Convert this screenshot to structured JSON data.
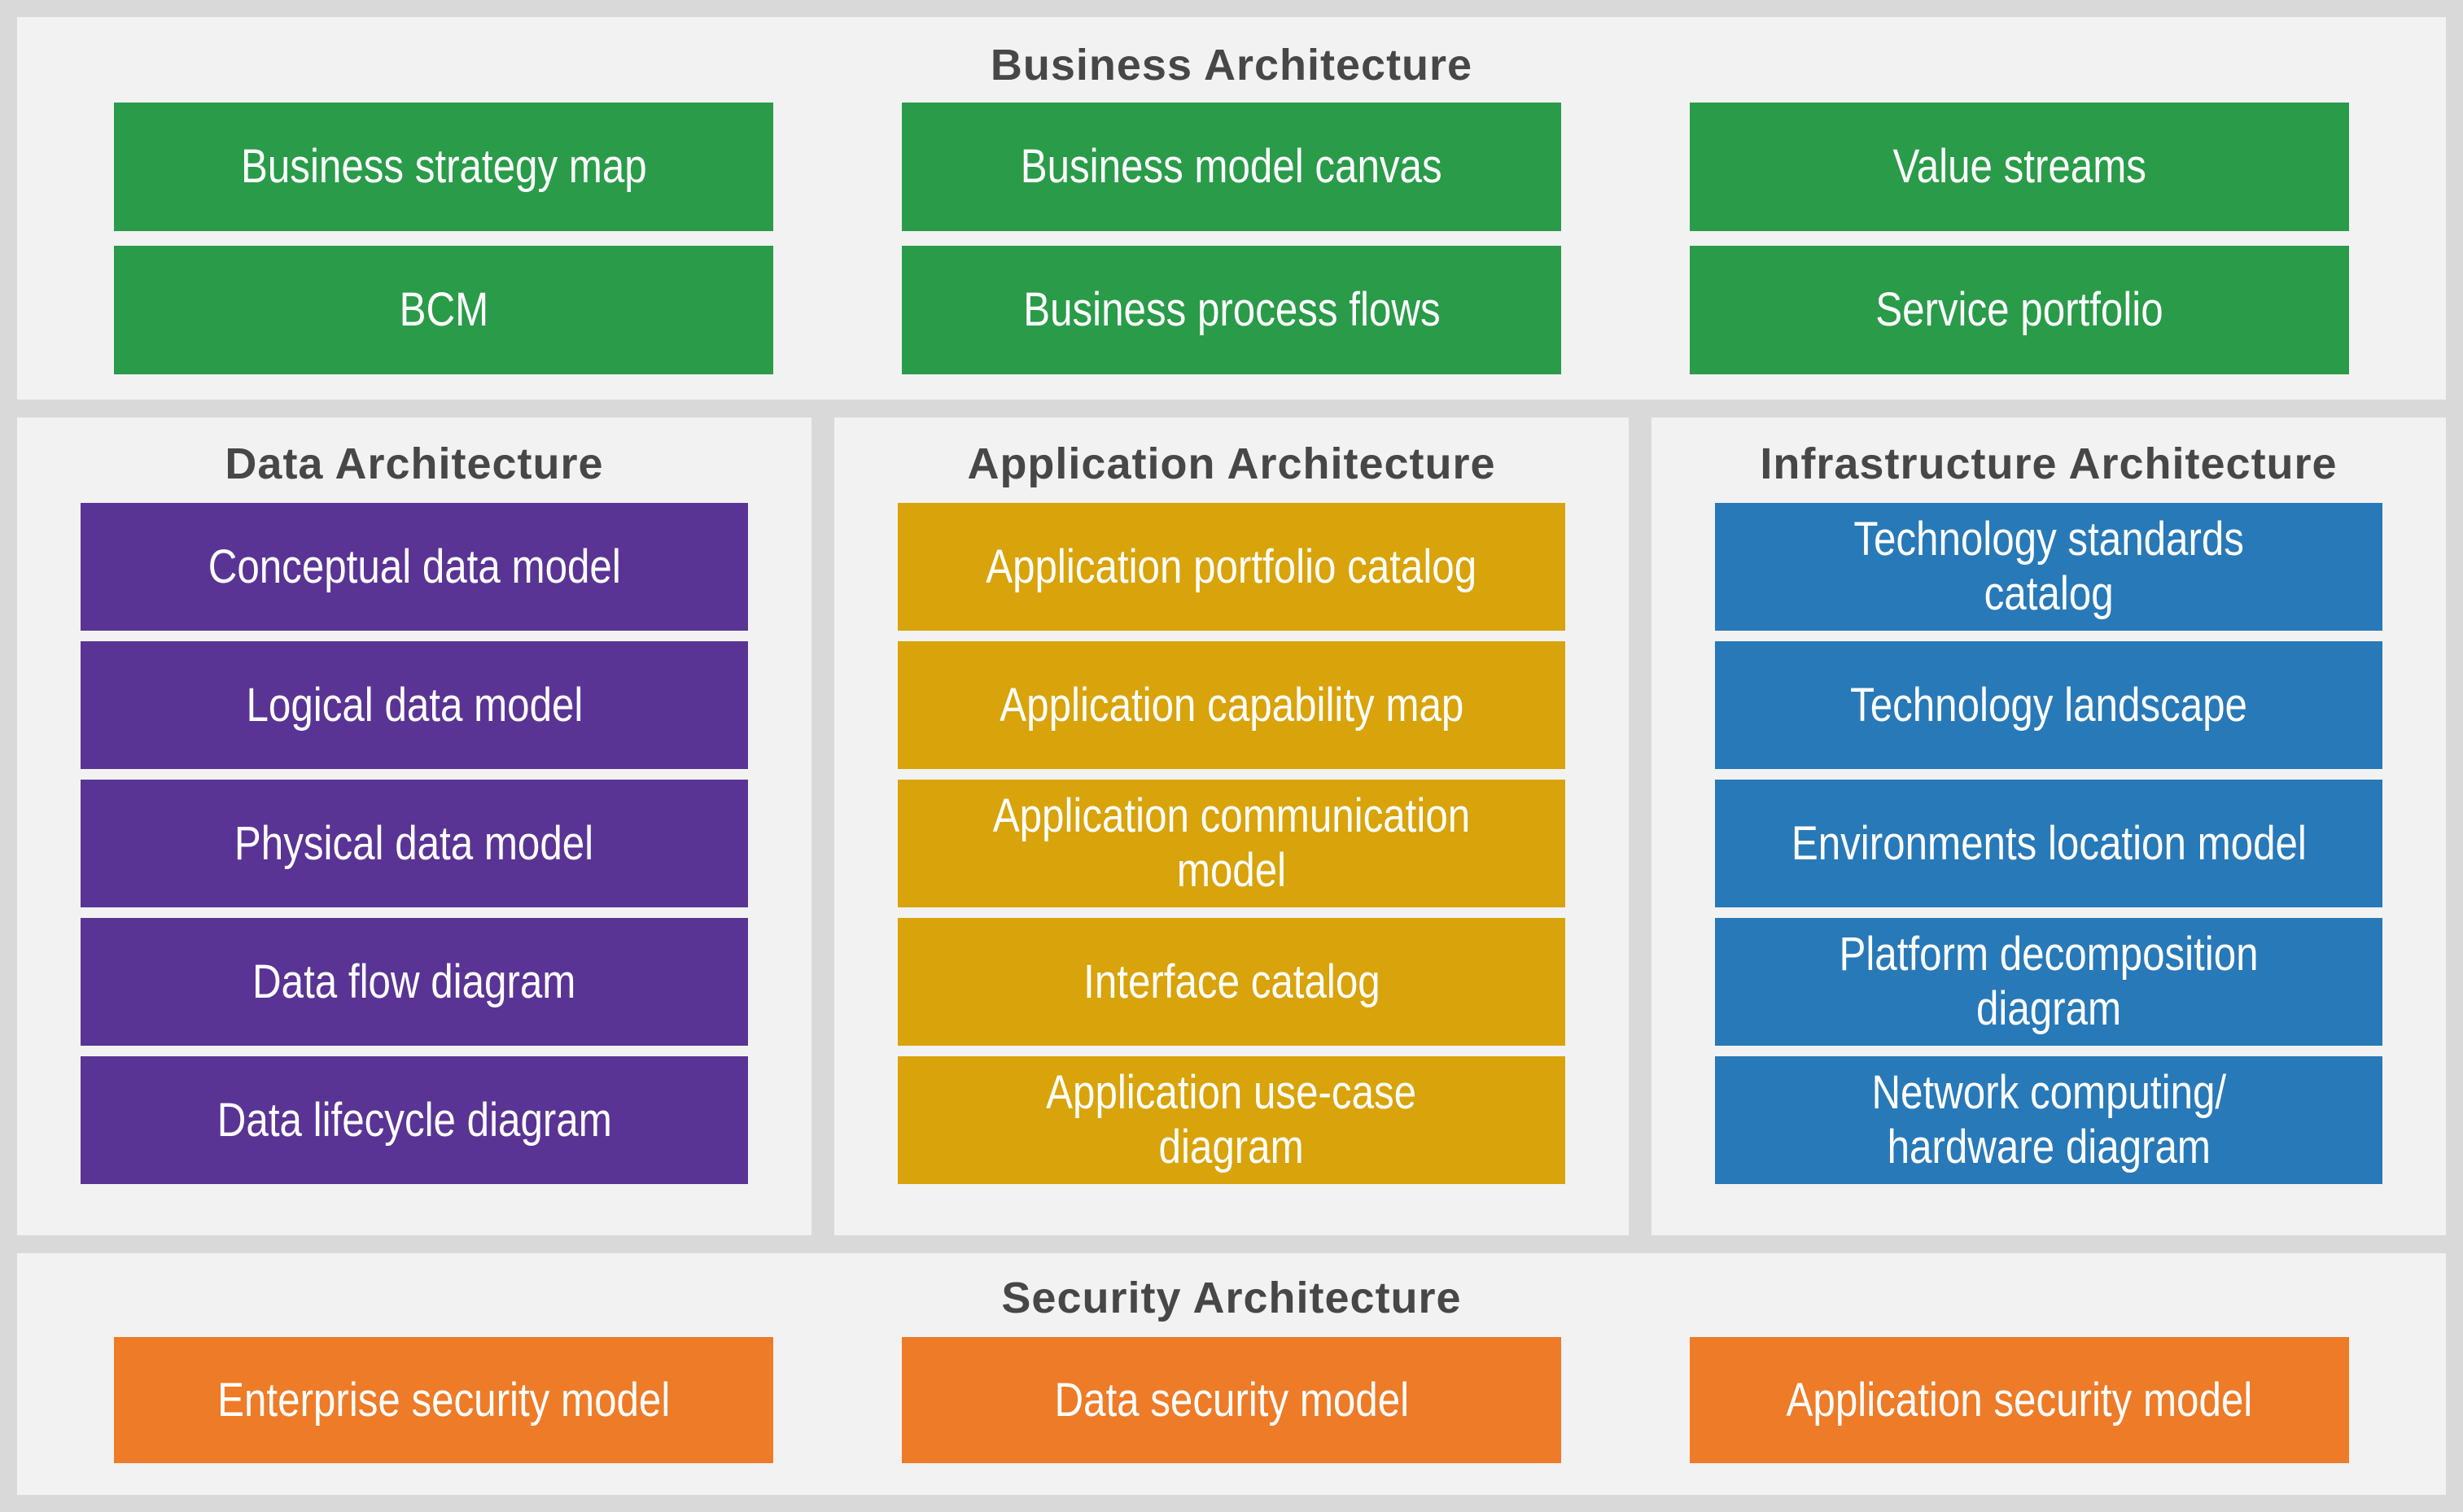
{
  "colors": {
    "background": "#d9d9d9",
    "panel": "#f2f2f2",
    "title_text": "#474747",
    "box_text": "#ffffff",
    "business": "#2a9b49",
    "data": "#5a3494",
    "application": "#d8a30b",
    "infrastructure": "#2879b8",
    "security": "#ee7b27"
  },
  "sections": {
    "business": {
      "title": "Business Architecture",
      "items": [
        "Business strategy map",
        "Business model canvas",
        "Value streams",
        "BCM",
        "Business process flows",
        "Service portfolio"
      ]
    },
    "data": {
      "title": "Data Architecture",
      "items": [
        "Conceptual data model",
        "Logical data model",
        "Physical data model",
        "Data flow diagram",
        "Data lifecycle diagram"
      ]
    },
    "application": {
      "title": "Application Architecture",
      "items": [
        "Application portfolio catalog",
        "Application capability map",
        "Application communication\nmodel",
        "Interface catalog",
        "Application use-case\ndiagram"
      ]
    },
    "infrastructure": {
      "title": "Infrastructure Architecture",
      "items": [
        "Technology standards\ncatalog",
        "Technology landscape",
        "Environments location model",
        "Platform decomposition\ndiagram",
        "Network computing/\nhardware diagram"
      ]
    },
    "security": {
      "title": "Security Architecture",
      "items": [
        "Enterprise security model",
        "Data security model",
        "Application security model"
      ]
    }
  }
}
